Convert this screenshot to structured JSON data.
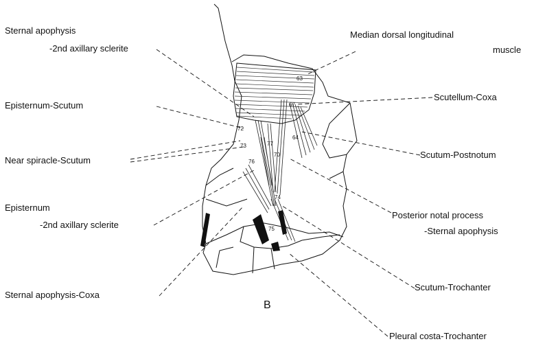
{
  "labels": {
    "sternal_apophysis_l1": "Sternal apophysis",
    "sternal_apophysis_l2": "-2nd axillary sclerite",
    "episternum_scutum": "Episternum-Scutum",
    "near_spiracle_scutum": "Near spiracle-Scutum",
    "episternum_l1": "Episternum",
    "episternum_l2": "-2nd axillary sclerite",
    "sternal_apophysis_coxa": "Sternal apophysis-Coxa",
    "median_dorsal_l1": "Median dorsal longitudinal",
    "median_dorsal_l2": "muscle",
    "scutellum_coxa": "Scutellum-Coxa",
    "scutum_postnotum": "Scutum-Postnotum",
    "posterior_notal_l1": "Posterior notal process",
    "posterior_notal_l2": "-Sternal apophysis",
    "scutum_trochanter": "Scutum-Trochanter",
    "pleural_costa_trochanter": "Pleural costa-Trochanter"
  },
  "muscle_numbers": {
    "n63": "63",
    "n67": "67",
    "n64": "64",
    "n72": "72",
    "n73": "73",
    "n77": "77",
    "n70": "70",
    "n76": "76",
    "n74": "74",
    "n75": "75"
  },
  "figure_letter": "B"
}
